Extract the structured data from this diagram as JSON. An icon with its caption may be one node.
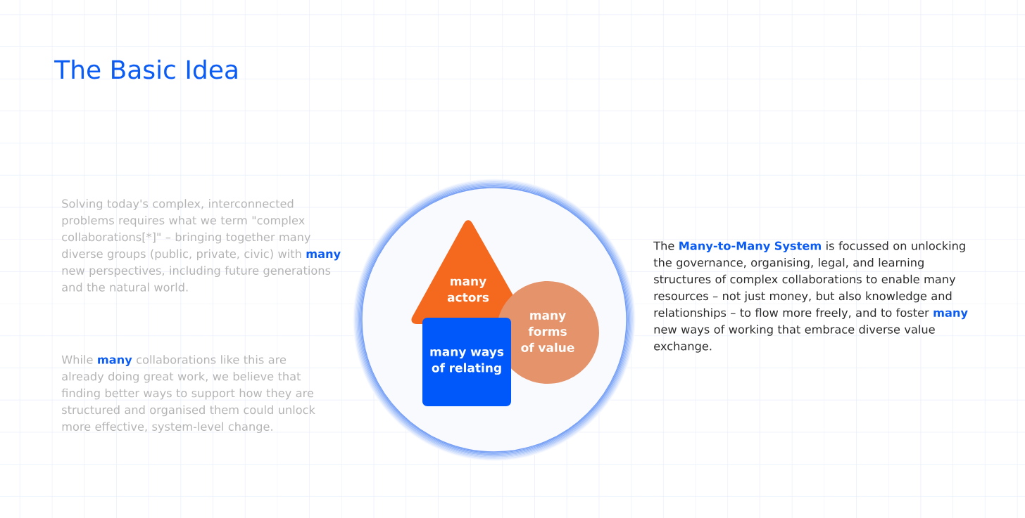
{
  "diagram": {
    "title": "The Basic Idea",
    "nodes": [
      {
        "text": [],
        "shape": "circle"
      },
      {
        "text": [
          "many actors"
        ],
        "in": 0
      },
      {
        "text": [
          "many forms of value"
        ],
        "in": 0
      },
      {
        "text": [
          "many ways of relating"
        ],
        "in": 0
      }
    ],
    "labels": [
      "Solving today's complex, interconnected problems requires what we term \"complex collaborations[*]\" – bringing together many diverse groups (public, private, civic) with **many** new perspectives, including future generations and the natural world.",
      "While **many** collaborations like this are already doing great work, we believe that finding better ways to support how they are structured and organised them could unlock more effective, system-level change.",
      "The **Many-to-Many System** is focussed on unlocking the governance, organising, legal, and learning structures of complex collaborations to enable many resources – not just money, but also knowledge and relationships – to flow more freely, and to foster **many** new ways of working that embrace diverse value exchange."
    ]
  }
}
